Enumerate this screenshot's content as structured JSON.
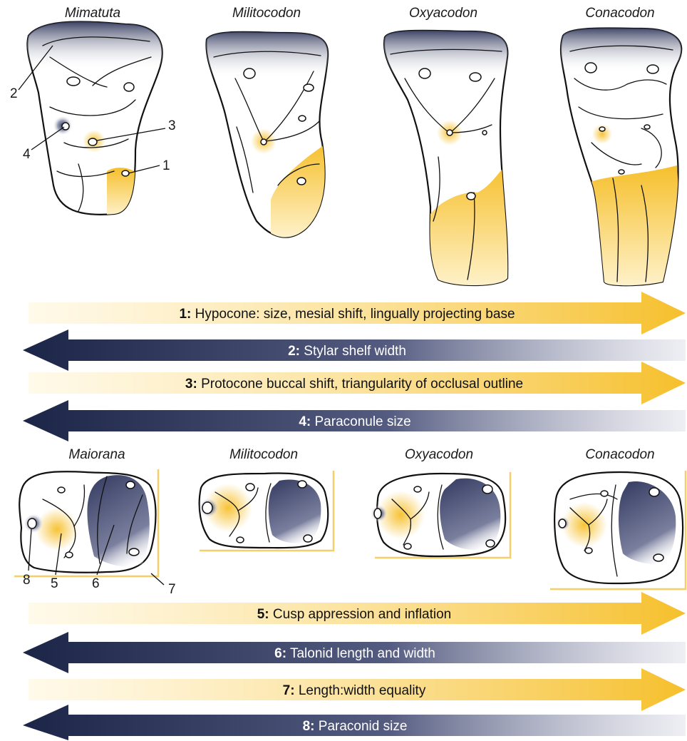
{
  "colors": {
    "gold": "#f6c02c",
    "gold_soft": "#f9d878",
    "navy": "#1b2547",
    "navy_soft": "#545b80",
    "outline": "#111111"
  },
  "upper_row": {
    "taxa": [
      "Mimatuta",
      "Militocodon",
      "Oxyacodon",
      "Conacodon"
    ],
    "callouts": [
      "1",
      "2",
      "3",
      "4"
    ]
  },
  "upper_arrows": [
    {
      "num": "1:",
      "text": " Hypocone: size, mesial shift, lingually projecting base",
      "direction": "right",
      "color": "gold"
    },
    {
      "num": "2:",
      "text": " Stylar shelf width",
      "direction": "left",
      "color": "navy"
    },
    {
      "num": "3:",
      "text": " Protocone buccal shift, triangularity of occlusal outline",
      "direction": "right",
      "color": "gold"
    },
    {
      "num": "4:",
      "text": " Paraconule size",
      "direction": "left",
      "color": "navy"
    }
  ],
  "lower_row": {
    "taxa": [
      "Maiorana",
      "Militocodon",
      "Oxyacodon",
      "Conacodon"
    ],
    "callouts": [
      "8",
      "5",
      "6",
      "7"
    ]
  },
  "lower_arrows": [
    {
      "num": "5:",
      "text": " Cusp appression and inflation",
      "direction": "right",
      "color": "gold"
    },
    {
      "num": "6:",
      "text": " Talonid length and width",
      "direction": "left",
      "color": "navy"
    },
    {
      "num": "7:",
      "text": " Length:width equality",
      "direction": "right",
      "color": "gold"
    },
    {
      "num": "8:",
      "text": " Paraconid size",
      "direction": "left",
      "color": "navy"
    }
  ]
}
